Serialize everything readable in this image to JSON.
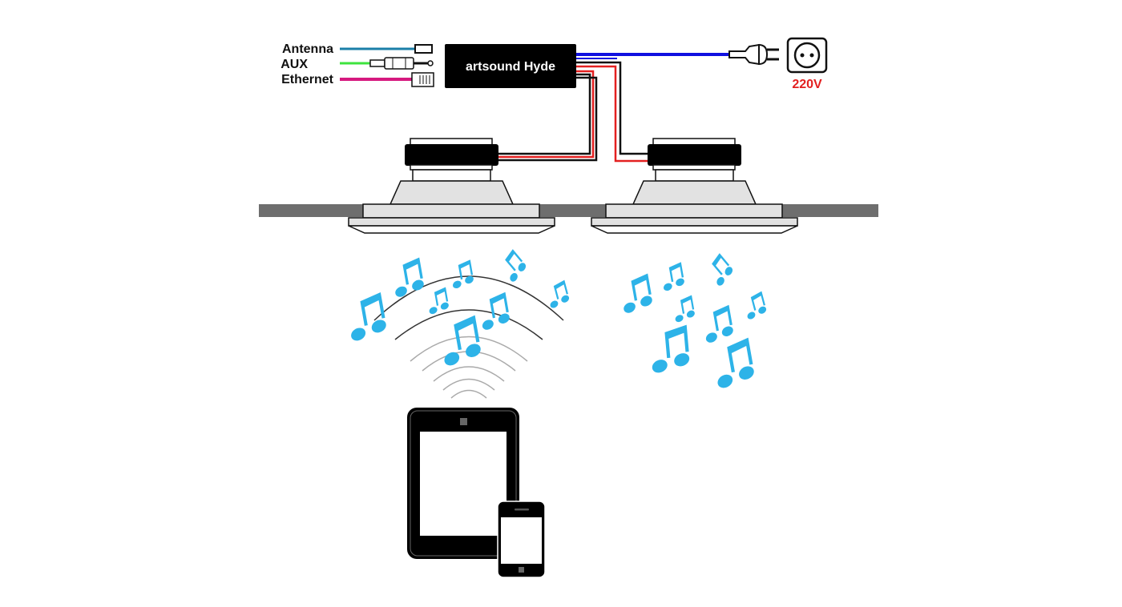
{
  "inputs": {
    "antenna": "Antenna",
    "aux": "AUX",
    "ethernet": "Ethernet"
  },
  "amplifier": {
    "label": "artsound Hyde"
  },
  "power": {
    "voltage": "220V"
  },
  "colors": {
    "antenna_wire": "#1a7fa8",
    "aux_wire": "#3de33d",
    "ethernet_wire": "#d6197f",
    "power_wire": "#1010e0",
    "speaker_wire_red": "#e32020",
    "speaker_wire_black": "#111111",
    "music_note": "#2db3e8",
    "ceiling": "#6e6e6e",
    "voltage_text": "#e32020"
  },
  "icons": [
    "music-note-icon",
    "power-plug-icon",
    "wall-socket-icon",
    "tablet-icon",
    "smartphone-icon",
    "wifi-waves-icon"
  ]
}
